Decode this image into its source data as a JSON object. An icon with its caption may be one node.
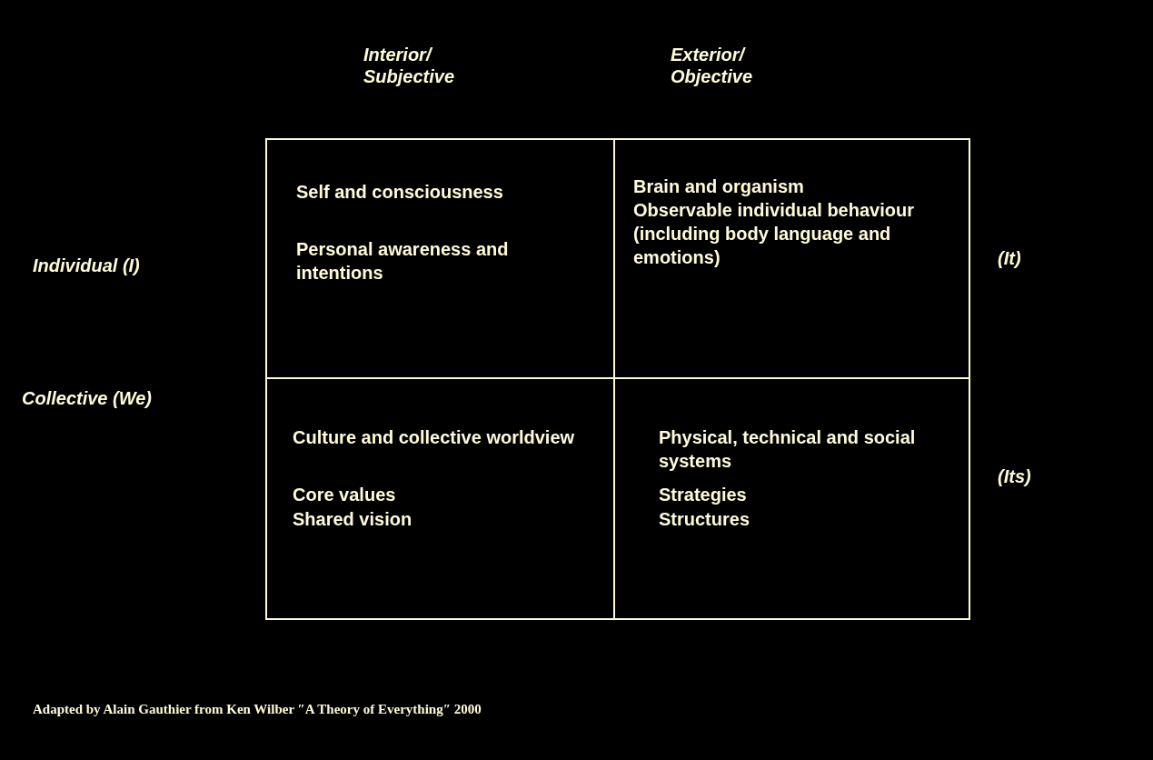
{
  "diagram": {
    "caption": "Adapted by Alain Gauthier from Ken Wilber ″A Theory of Everything″ 2000",
    "nodes": [
      {
        "text": [
          "Self and  consciousness",
          "Personal awareness and intentions"
        ]
      },
      {
        "text": [
          "Brain and organism",
          "Observable individual behaviour (including body language and emotions)"
        ]
      },
      {
        "text": [
          "Culture and collective worldview",
          "Core values",
          "Shared vision"
        ]
      },
      {
        "text": [
          "Physical, technical and social systems",
          "Strategies",
          "Structures"
        ]
      }
    ],
    "labels": [
      "Interior/ Subjective",
      "Exterior/ Objective",
      "Individual (I)",
      "(It)",
      "Collective (We)",
      "(Its)"
    ]
  }
}
